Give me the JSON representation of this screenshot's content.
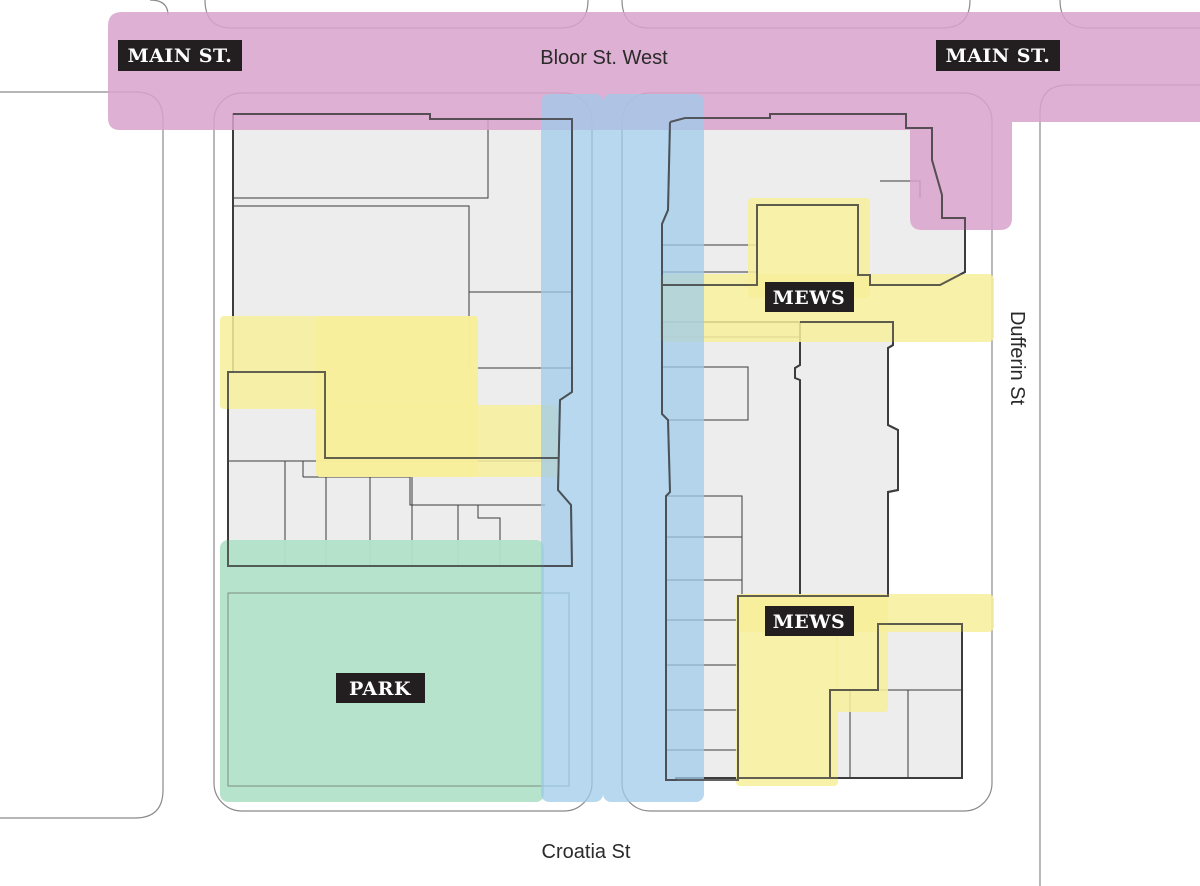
{
  "streets": {
    "north": "Bloor St. West",
    "south": "Croatia St",
    "east": "Dufferin St"
  },
  "badges": {
    "main_left": "MAIN ST.",
    "main_right": "MAIN ST.",
    "mews_north": "MEWS",
    "mews_south": "MEWS",
    "park": "PARK"
  },
  "colors": {
    "main_street": "#d8a3cb",
    "mews": "#f7ee9a",
    "park": "#b1e2c9",
    "laneway": "#9fcbea",
    "building_fill": "#ededed",
    "badge_bg": "#231f20"
  }
}
